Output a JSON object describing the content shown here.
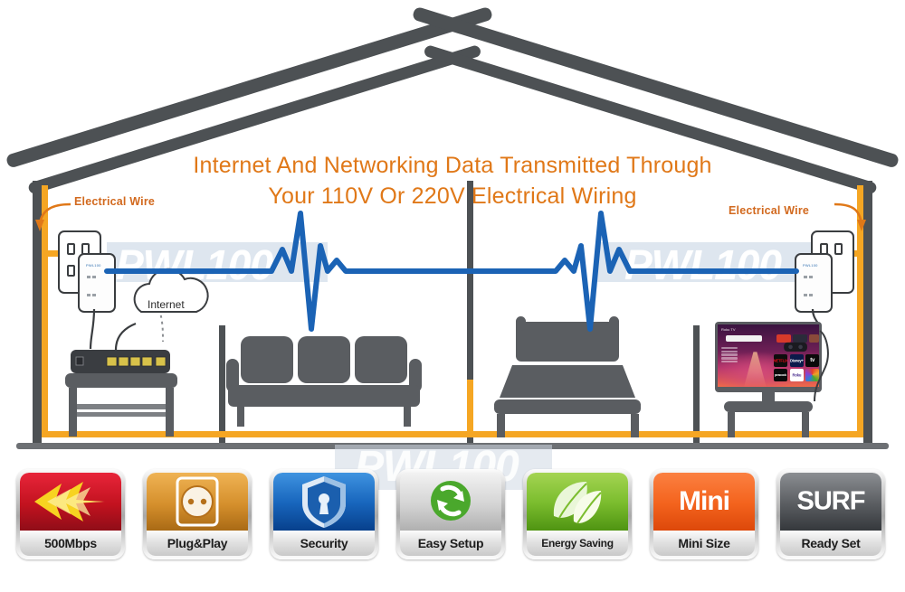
{
  "graphic": {
    "type": "powerline-adapter-product-infographic",
    "headline": {
      "line1": "Internet And Networking Data Transmitted Through",
      "line2": "Your 110V Or 220V Electrical Wiring",
      "color": "#e07818"
    },
    "watermark": {
      "text": "PWL100",
      "color": "#ffffff",
      "band_color": "#c9d6e5"
    },
    "annotations": {
      "left_wire_label": "Electrical Wire",
      "right_wire_label": "Electrical Wire",
      "label_color": "#d2691e",
      "cloud_label": "Internet"
    },
    "colors": {
      "roof": "#4d5154",
      "wall": "#4d5154",
      "electrical_wire": "#f5a623",
      "signal_wave": "#1b63b5",
      "furniture": "#5a5d61"
    },
    "rooms": [
      {
        "name": "living-room",
        "items": [
          "router",
          "table",
          "sofa",
          "internet-cloud",
          "powerline-adapter"
        ]
      },
      {
        "name": "bedroom",
        "items": [
          "bed"
        ]
      },
      {
        "name": "tv-room",
        "items": [
          "smart-tv",
          "tv-stand",
          "powerline-adapter"
        ]
      }
    ],
    "adapters": [
      {
        "position": "left",
        "brand": "PWL100",
        "leds": 4
      },
      {
        "position": "right",
        "brand": "PWL100",
        "leds": 4
      }
    ]
  },
  "tv": {
    "topbar": "Roku TV",
    "search_placeholder": "Search",
    "apps": [
      {
        "name": "NETFLIX",
        "text": "NETFLIX",
        "bg": "#0d0d0d",
        "fg": "#e50914"
      },
      {
        "name": "Disney+",
        "text": "Disney+",
        "bg": "#0b1a4a",
        "fg": "#ffffff"
      },
      {
        "name": "Apple TV",
        "text": "tv",
        "bg": "#0a0a0a",
        "fg": "#ffffff"
      },
      {
        "name": "peacock",
        "text": "peacock",
        "bg": "#0a0a0a",
        "fg": "#ffffff"
      },
      {
        "name": "Roku Channel",
        "text": "Roku",
        "bg": "#ffffff",
        "fg": "#4b2f8f"
      },
      {
        "name": "color-wheel",
        "text": "",
        "bg": "#111111",
        "fg": "#ffffff"
      }
    ]
  },
  "badges": [
    {
      "id": "speed",
      "label": "500Mbps",
      "art_text": "",
      "art_bg_from": "#d8152a",
      "art_bg_to": "#8f0d18",
      "icon": "arrow-speed-icon",
      "accent": "#f5d020"
    },
    {
      "id": "plug-play",
      "label": "Plug&Play",
      "art_text": "",
      "art_bg_from": "#e9a23b",
      "art_bg_to": "#b5701b",
      "icon": "power-socket-icon",
      "accent": "#ffffff"
    },
    {
      "id": "security",
      "label": "Security",
      "art_text": "",
      "art_bg_from": "#2e7fd4",
      "art_bg_to": "#0b3f86",
      "icon": "shield-lock-icon",
      "accent": "#dce9f7"
    },
    {
      "id": "easy-setup",
      "label": "Easy Setup",
      "art_text": "",
      "art_bg_from": "#e8e8e8",
      "art_bg_to": "#bdbdbd",
      "icon": "refresh-arrows-icon",
      "accent": "#4aa82c"
    },
    {
      "id": "energy",
      "label": "Energy Saving",
      "art_text": "",
      "art_bg_from": "#8bc63f",
      "art_bg_to": "#4f9412",
      "icon": "leaf-icon",
      "accent": "#ffffff"
    },
    {
      "id": "mini",
      "label": "Mini Size",
      "art_text": "Mini",
      "art_bg_from": "#f4641e",
      "art_bg_to": "#e24c0a",
      "icon": "mini-text-icon",
      "accent": "#ffffff"
    },
    {
      "id": "surf",
      "label": "Ready Set",
      "art_text": "SURF",
      "art_bg_from": "#6f7276",
      "art_bg_to": "#3b3e42",
      "icon": "surf-text-icon",
      "accent": "#ffffff"
    }
  ]
}
